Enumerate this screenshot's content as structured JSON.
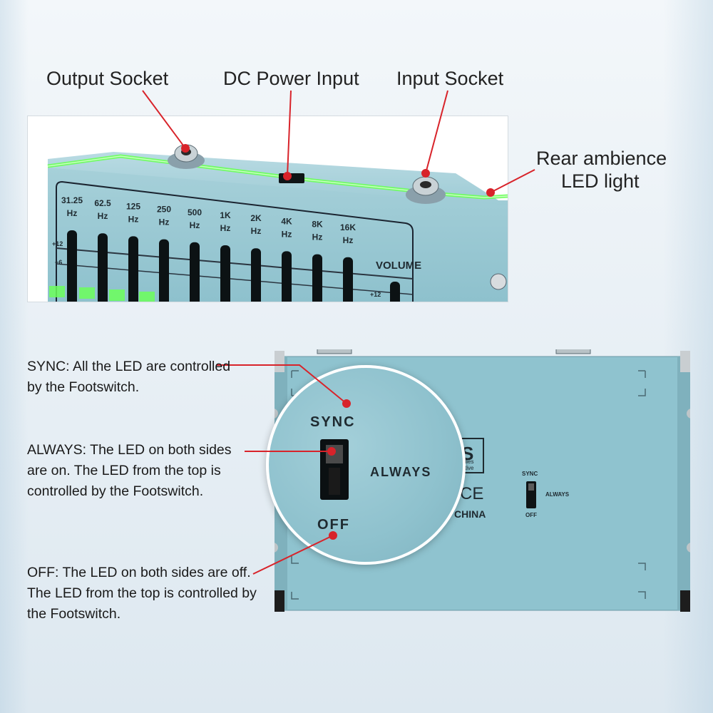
{
  "callouts": {
    "output_socket": "Output Socket",
    "dc_power_input": "DC Power Input",
    "input_socket": "Input Socket",
    "rear_led_line1": "Rear ambience",
    "rear_led_line2": "LED light"
  },
  "eq": {
    "bands": [
      "31.25",
      "62.5",
      "125",
      "250",
      "500",
      "1K",
      "2K",
      "4K",
      "8K",
      "16K"
    ],
    "unit": "Hz",
    "volume_label": "VOLUME",
    "scale_plus12": "+12",
    "scale_plus6": "+6",
    "volume_scale": "+12"
  },
  "switch_modes": {
    "sync_title": "SYNC:",
    "sync_text": "All the LED are controlled by the Footswitch.",
    "always_title": "ALWAYS:",
    "always_text": "The LED on both sides are on. The LED from the top is controlled by the Footswitch.",
    "off_title": "OFF:",
    "off_text": "The LED on both sides are off. The LED from the top is controlled by the Footswitch."
  },
  "switch_labels": {
    "sync": "SYNC",
    "always": "ALWAYS",
    "off": "OFF"
  },
  "pedal_markings": {
    "ce": "CE",
    "made_in": "CHINA",
    "logo_fragment": "S",
    "small_text1": "plies",
    "small_text2": "ctive"
  },
  "colors": {
    "pedal_blue": "#8fc3cf",
    "led_green": "#6cff5a",
    "callout_red": "#d8232a"
  }
}
